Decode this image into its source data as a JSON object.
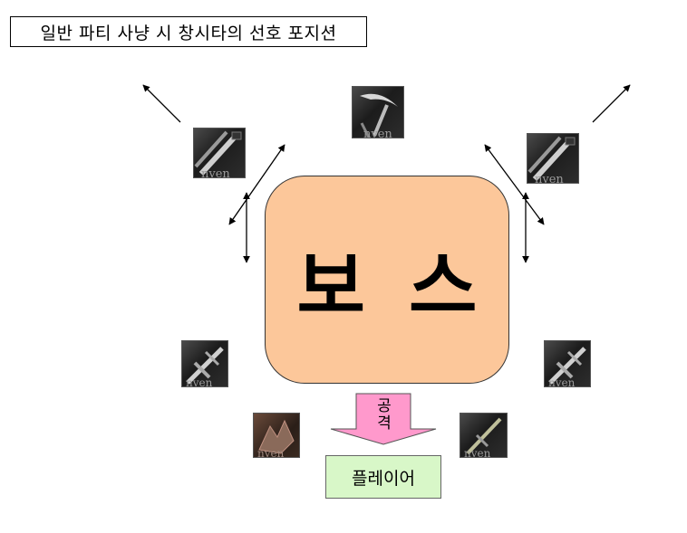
{
  "title": "일반 파티 사냥 시 창시타의 선호 포지션",
  "boss": {
    "label": "보스"
  },
  "attack": {
    "line1": "공",
    "line2": "격"
  },
  "player": {
    "label": "플레이어"
  },
  "colors": {
    "boss_fill": "#fcc79a",
    "attack_arrow_fill": "#ff99cc",
    "player_fill": "#d8f7c8"
  },
  "icons": {
    "watermark": "nven",
    "items": [
      {
        "name": "scythe-weapon-icon"
      },
      {
        "name": "dual-blade-weapon-icon"
      },
      {
        "name": "dual-blade-weapon-icon"
      },
      {
        "name": "heavy-blade-weapon-icon"
      },
      {
        "name": "heavy-blade-weapon-icon"
      },
      {
        "name": "beast-claw-weapon-icon"
      },
      {
        "name": "long-sword-weapon-icon"
      }
    ]
  }
}
